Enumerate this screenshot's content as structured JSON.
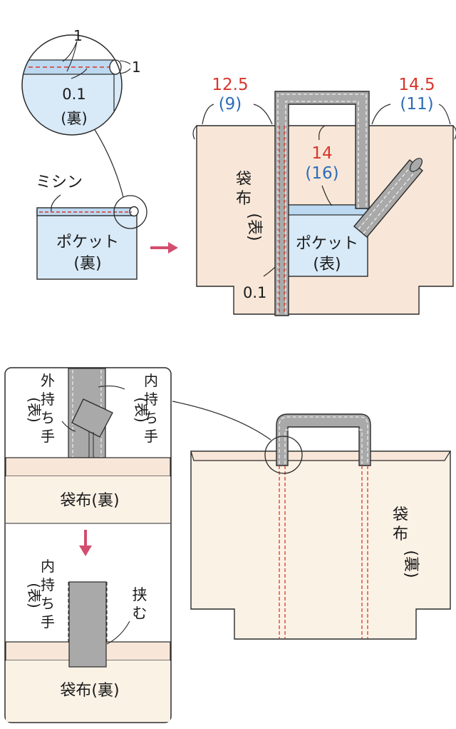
{
  "colors": {
    "outline": "#2a2a2a",
    "fabric_outer": "#f8e7d8",
    "fabric_light": "#fbf2e6",
    "pocket": "#d8e9f7",
    "pocket_top": "#bcd9f1",
    "handle": "#a9a9a9",
    "stitch": "#d9352a",
    "arrow": "#d24d6e",
    "red_text": "#d9352a",
    "blue_text": "#2b6cb8"
  },
  "step1": {
    "callout": {
      "fold_1": "1",
      "fold_2": "1",
      "margin": "0.1",
      "side": "(裏)"
    },
    "machine_label": "ミシン",
    "pocket_label": "ポケット",
    "pocket_side": "(裏)"
  },
  "step2": {
    "left_red": "12.5",
    "left_blue": "(9)",
    "right_red": "14.5",
    "right_blue": "(11)",
    "mid_red": "14",
    "mid_blue": "(16)",
    "bag_label_v": [
      "袋",
      "布",
      "(表)"
    ],
    "pocket_label": "ポケット",
    "pocket_side": "(表)",
    "margin": "0.1"
  },
  "step3": {
    "outer_handle_v": [
      "外",
      "持",
      "ち",
      "手"
    ],
    "outer_handle_side": "(表)",
    "inner_handle_v": [
      "内",
      "持",
      "ち",
      "手"
    ],
    "inner_handle_side": "(表)",
    "bag_back_1": "袋布(裏)",
    "inner_handle_v2": [
      "内",
      "持",
      "ち",
      "手"
    ],
    "inner_handle_side2": "(表)",
    "sandwich_v": [
      "挟",
      "む"
    ],
    "bag_back_2": "袋布(裏)",
    "right_bag_v": [
      "袋",
      "布",
      "(裏)"
    ]
  }
}
